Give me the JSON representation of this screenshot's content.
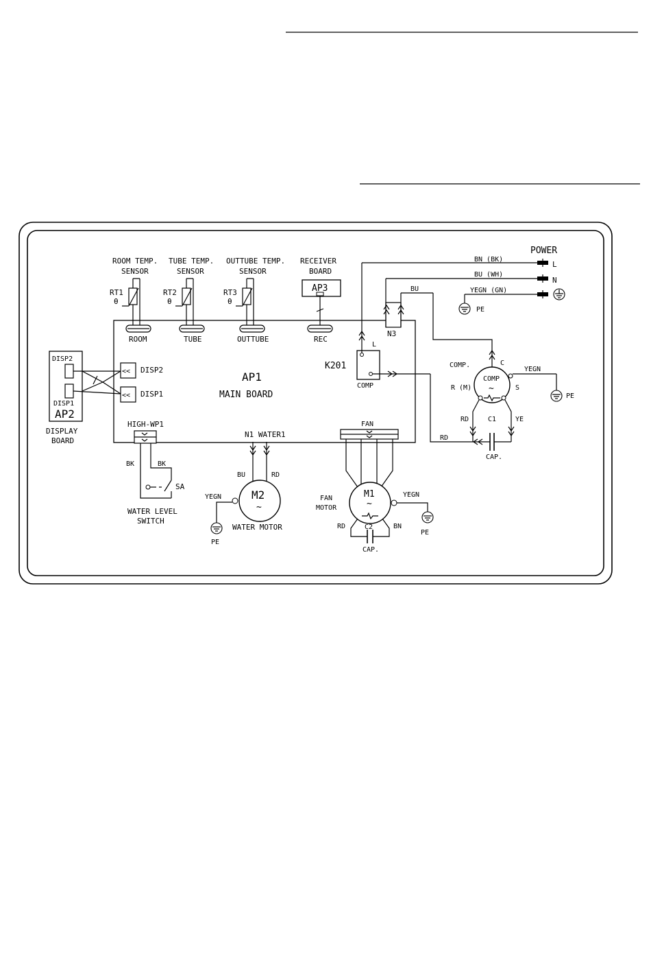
{
  "labels": {
    "power": "POWER",
    "line_l_wire": "BN (BK)",
    "line_n_wire": "BU (WH)",
    "ground_wire": "YEGN (GN)",
    "term_l": "L",
    "term_n": "N",
    "pe": "PE",
    "room_sensor_1": "ROOM TEMP.",
    "room_sensor_2": "SENSOR",
    "tube_sensor_1": "TUBE TEMP.",
    "tube_sensor_2": "SENSOR",
    "outtube_sensor_1": "OUTTUBE TEMP.",
    "outtube_sensor_2": "SENSOR",
    "receiver_1": "RECEIVER",
    "receiver_2": "BOARD",
    "rt1": "RT1",
    "rt2": "RT2",
    "rt3": "RT3",
    "theta": "θ",
    "ap3": "AP3",
    "conn_room": "ROOM",
    "conn_tube": "TUBE",
    "conn_outtube": "OUTTUBE",
    "conn_rec": "REC",
    "n3": "N3",
    "bu": "BU",
    "relay_l": "L",
    "k201": "K201",
    "relay_comp": "COMP",
    "ap1": "AP1",
    "main_board": "MAIN BOARD",
    "disp2": "DISP2",
    "disp1": "DISP1",
    "ap2": "AP2",
    "display_board_1": "DISPLAY",
    "display_board_2": "BOARD",
    "comp_label": "COMP.",
    "comp_c": "C",
    "comp_motor": "COMP",
    "comp_rm": "R (M)",
    "comp_s": "S",
    "yegn": "YEGN",
    "rd": "RD",
    "ye": "YE",
    "c1": "C1",
    "cap": "CAP.",
    "high_wp1": "HIGH-WP1",
    "bk": "BK",
    "sa": "SA",
    "water_level_1": "WATER LEVEL",
    "water_level_2": "SWITCH",
    "n1_water1": "N1 WATER1",
    "bn": "BN",
    "m2": "M2",
    "water_motor": "WATER MOTOR",
    "fan": "FAN",
    "fan_motor_1": "FAN",
    "fan_motor_2": "MOTOR",
    "m1": "M1",
    "c2": "C2",
    "tilde": "~"
  }
}
